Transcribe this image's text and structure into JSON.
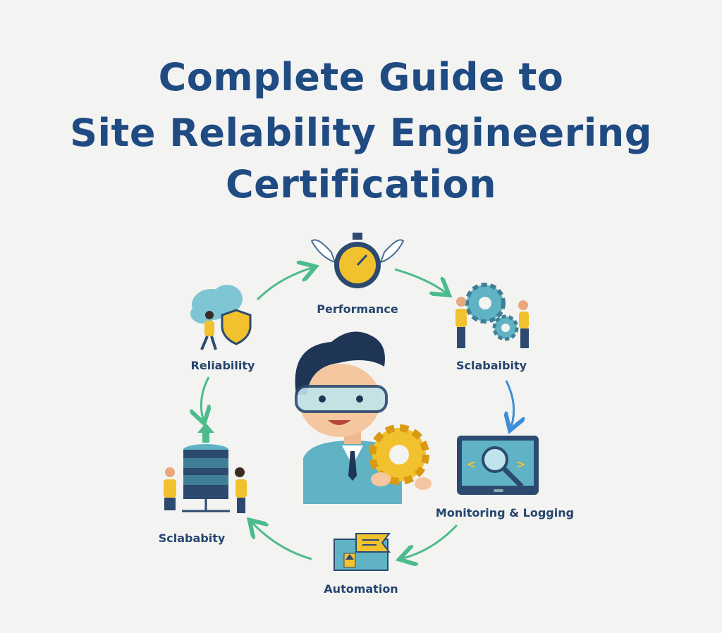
{
  "title": {
    "line1": "Complete Guide to",
    "line2": "Site Relability Engineering",
    "line3": "Certification"
  },
  "nodes": {
    "performance": "Performance",
    "scalability_right": "Sclabaibity",
    "monitoring": "Monitoring & Logging",
    "automation": "Automation",
    "scalability_left": "Sclababity",
    "reliability": "Reliability"
  },
  "colors": {
    "title": "#1f4b82",
    "arrow_green": "#4dbb8c",
    "arrow_blue": "#3a8fd6",
    "accent_yellow": "#f2c12e",
    "teal": "#5fb3c4"
  }
}
